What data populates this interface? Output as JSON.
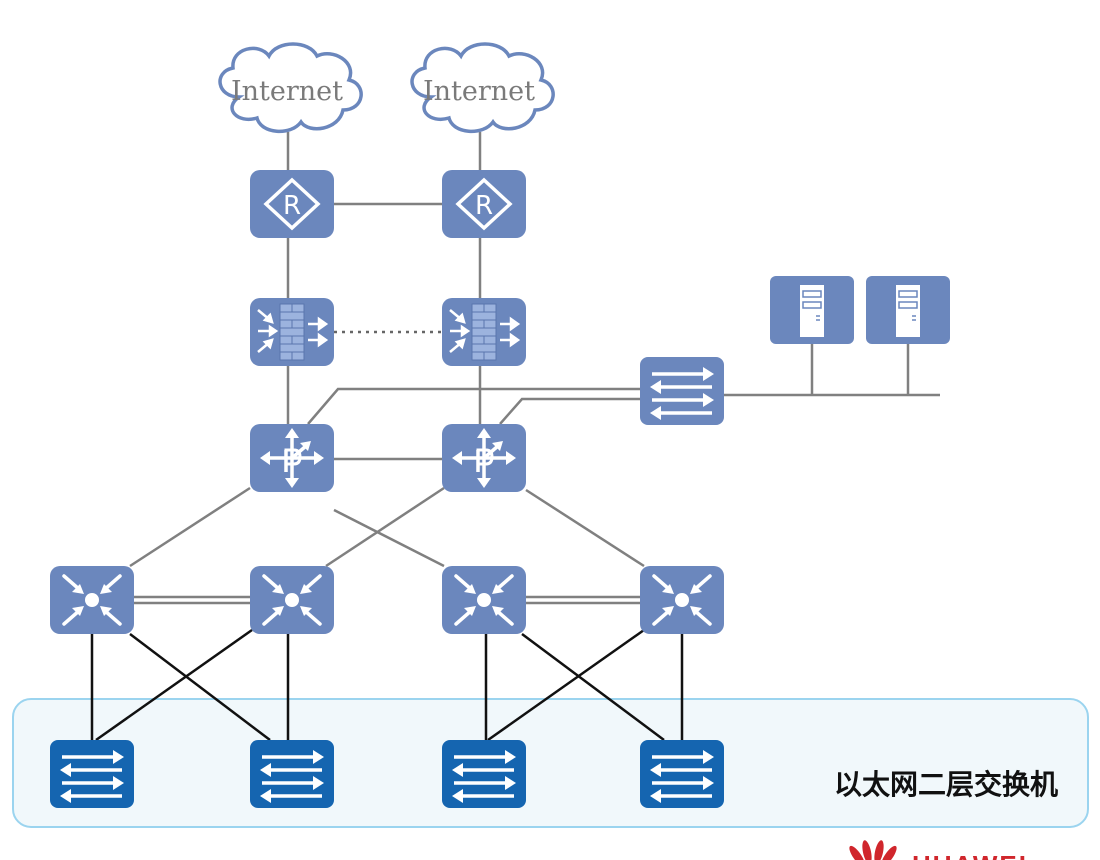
{
  "clouds": [
    {
      "label": "Internet"
    },
    {
      "label": "Internet"
    }
  ],
  "zone": {
    "label": "以太网二层交换机"
  },
  "brand": {
    "text": "HUAWEI"
  },
  "colors": {
    "device": "#6b87bd",
    "access": "#1565b0",
    "link": "#808080",
    "accessLink": "#111111",
    "zoneFill": "#f1f8fb",
    "zoneStroke": "#9bd4ef",
    "cloudStroke": "#6b87bd"
  },
  "icons": {
    "router": "router-icon",
    "firewall": "firewall-icon",
    "core": "core-router-icon",
    "aggregation": "layer3-switch-icon",
    "access": "layer2-switch-icon",
    "server": "server-icon"
  }
}
